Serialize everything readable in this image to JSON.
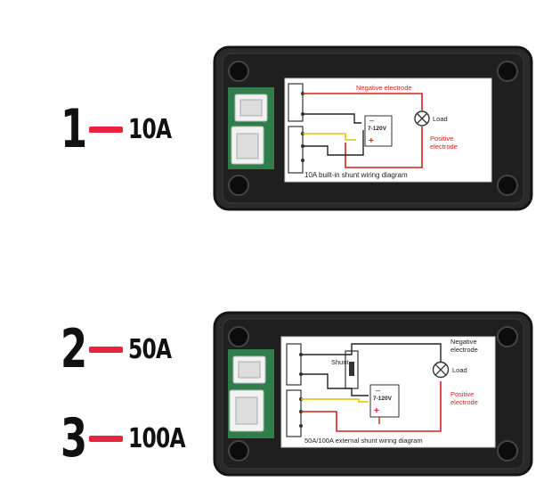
{
  "options": [
    {
      "number": "1",
      "label": "10A"
    },
    {
      "number": "2",
      "label": "50A"
    },
    {
      "number": "3",
      "label": "100A"
    }
  ],
  "diagram1": {
    "negative": "Negative electrode",
    "load": "Load",
    "voltage": "7-120V",
    "minus": "–",
    "plus": "+",
    "positive_1": "Positive",
    "positive_2": "electrode",
    "caption": "10A built-in shunt wiring diagram"
  },
  "diagram2": {
    "negative_1": "Negative",
    "negative_2": "electrode",
    "shunt": "Shunt",
    "load": "Load",
    "voltage": "7-120V",
    "minus": "–",
    "plus": "+",
    "positive_1": "Positive",
    "positive_2": "electrode",
    "caption": "50A/100A external shunt wiring diagram"
  },
  "colors": {
    "accent_red": "#e8233f",
    "wire_red": "#d42020",
    "wire_yellow": "#e6c400",
    "device_body": "#2a2a2a"
  }
}
